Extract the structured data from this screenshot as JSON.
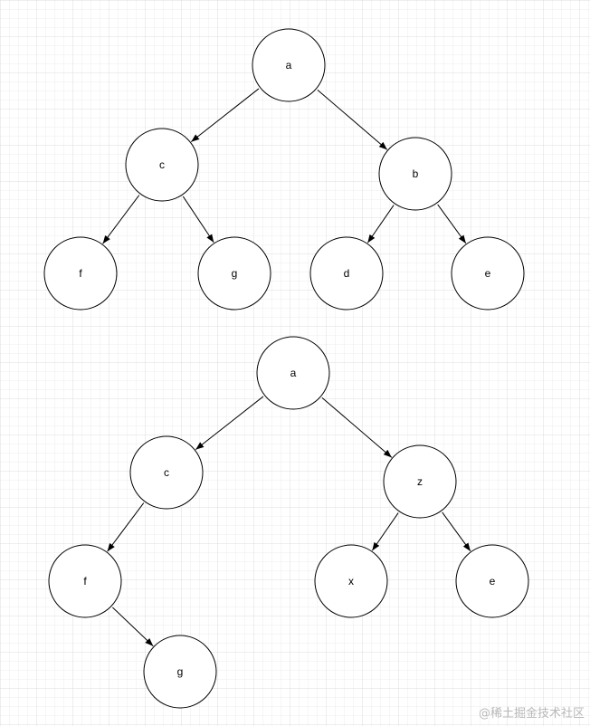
{
  "colors": {
    "grid_minor": "#ececec",
    "grid_major": "#dcdcdc",
    "node_stroke": "#000000",
    "node_fill": "#ffffff",
    "edge": "#000000",
    "watermark": "#b8b8b8"
  },
  "diagrams": [
    {
      "nodes": [
        {
          "id": "t1-a",
          "label": "a"
        },
        {
          "id": "t1-c",
          "label": "c"
        },
        {
          "id": "t1-b",
          "label": "b"
        },
        {
          "id": "t1-f",
          "label": "f"
        },
        {
          "id": "t1-g",
          "label": "g"
        },
        {
          "id": "t1-d",
          "label": "d"
        },
        {
          "id": "t1-e",
          "label": "e"
        }
      ],
      "edges": [
        {
          "from": "t1-a",
          "to": "t1-c"
        },
        {
          "from": "t1-a",
          "to": "t1-b"
        },
        {
          "from": "t1-c",
          "to": "t1-f"
        },
        {
          "from": "t1-c",
          "to": "t1-g"
        },
        {
          "from": "t1-b",
          "to": "t1-d"
        },
        {
          "from": "t1-b",
          "to": "t1-e"
        }
      ]
    },
    {
      "nodes": [
        {
          "id": "t2-a",
          "label": "a"
        },
        {
          "id": "t2-c",
          "label": "c"
        },
        {
          "id": "t2-z",
          "label": "z"
        },
        {
          "id": "t2-f",
          "label": "f"
        },
        {
          "id": "t2-g",
          "label": "g"
        },
        {
          "id": "t2-x",
          "label": "x"
        },
        {
          "id": "t2-e",
          "label": "e"
        }
      ],
      "edges": [
        {
          "from": "t2-a",
          "to": "t2-c"
        },
        {
          "from": "t2-a",
          "to": "t2-z"
        },
        {
          "from": "t2-c",
          "to": "t2-f"
        },
        {
          "from": "t2-f",
          "to": "t2-g"
        },
        {
          "from": "t2-z",
          "to": "t2-x"
        },
        {
          "from": "t2-z",
          "to": "t2-e"
        }
      ]
    }
  ],
  "watermark": "@稀土掘金技术社区"
}
